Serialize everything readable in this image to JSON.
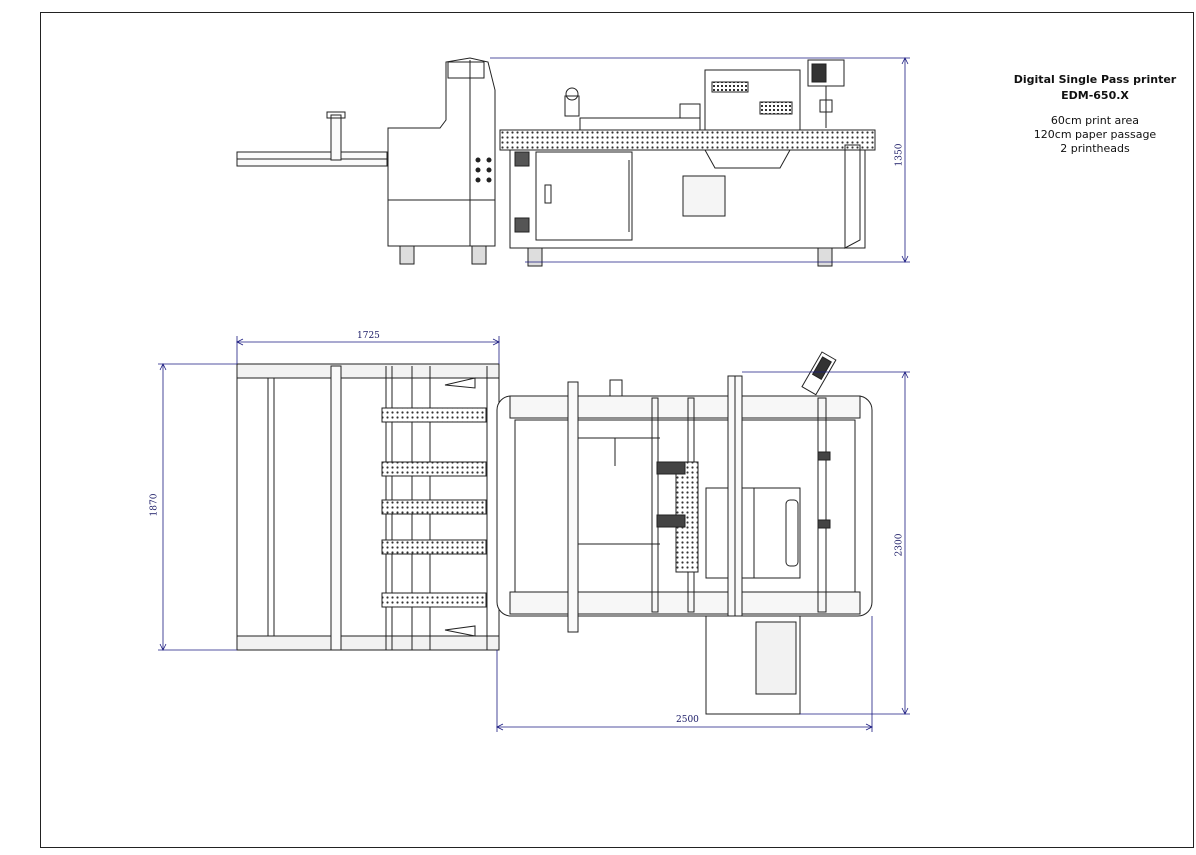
{
  "title_block": {
    "title_line1": "Digital Single Pass printer",
    "title_line2": "EDM-650.X",
    "specs": [
      "60cm print area",
      "120cm paper passage",
      "2 printheads"
    ]
  },
  "dimensions": {
    "side_height": "1350",
    "top_length_feeder": "1725",
    "top_width": "1870",
    "top_total_width": "2300",
    "top_total_length": "2500"
  },
  "colors": {
    "line": "#222222",
    "dimension": "#1a1a80",
    "fill_light": "#f2f2f2"
  }
}
